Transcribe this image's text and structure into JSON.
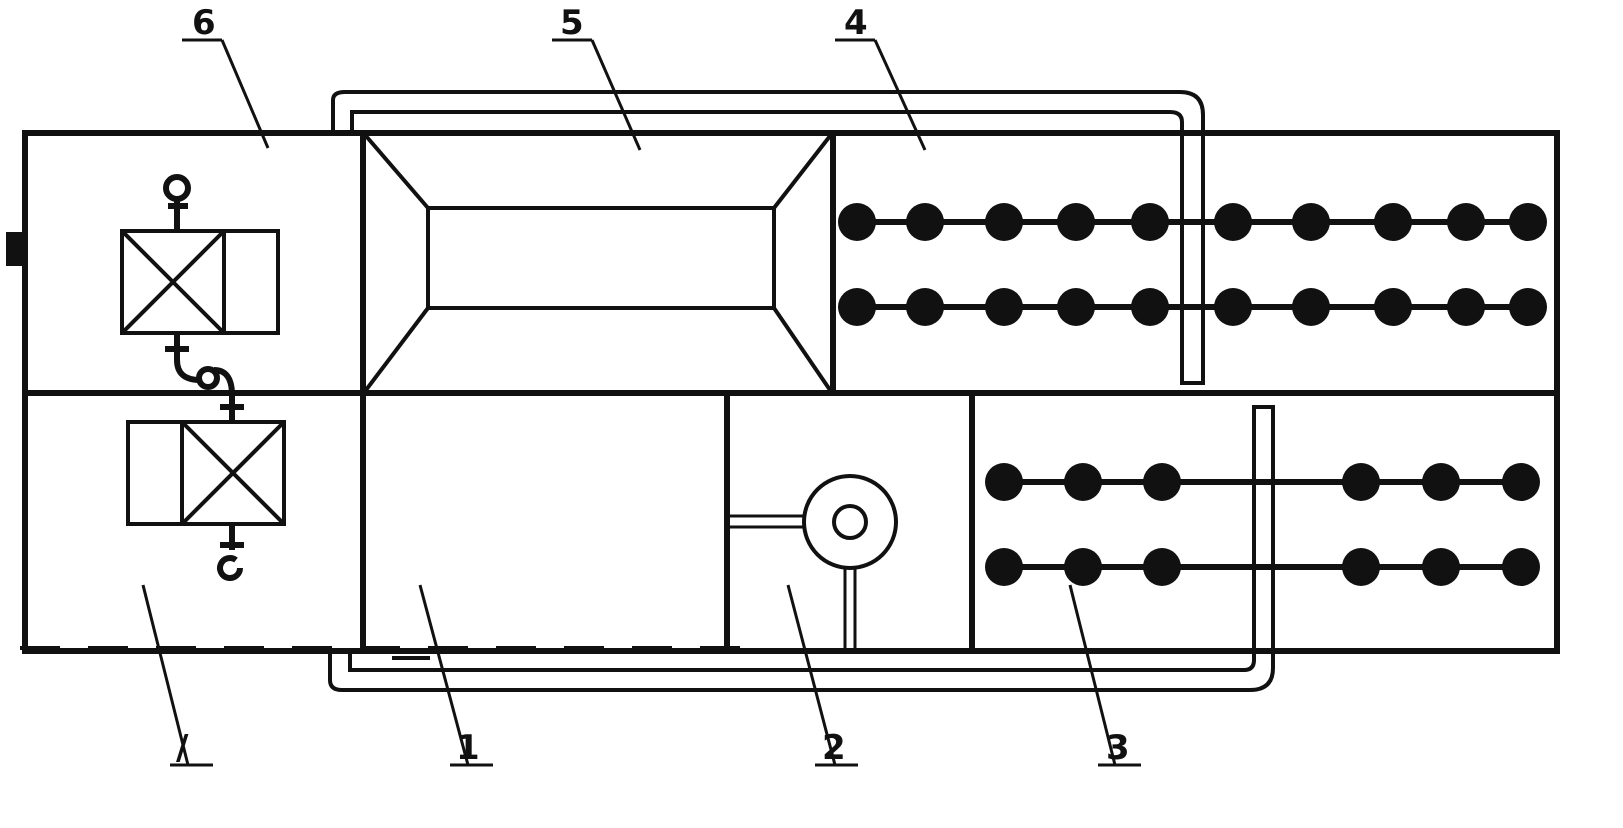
{
  "labels": {
    "l1": "1",
    "l2": "2",
    "l3": "3",
    "l4": "4",
    "l5": "5",
    "l6": "6",
    "l7": "/"
  },
  "colors": {
    "stroke": "#111111",
    "background": "#ffffff"
  }
}
